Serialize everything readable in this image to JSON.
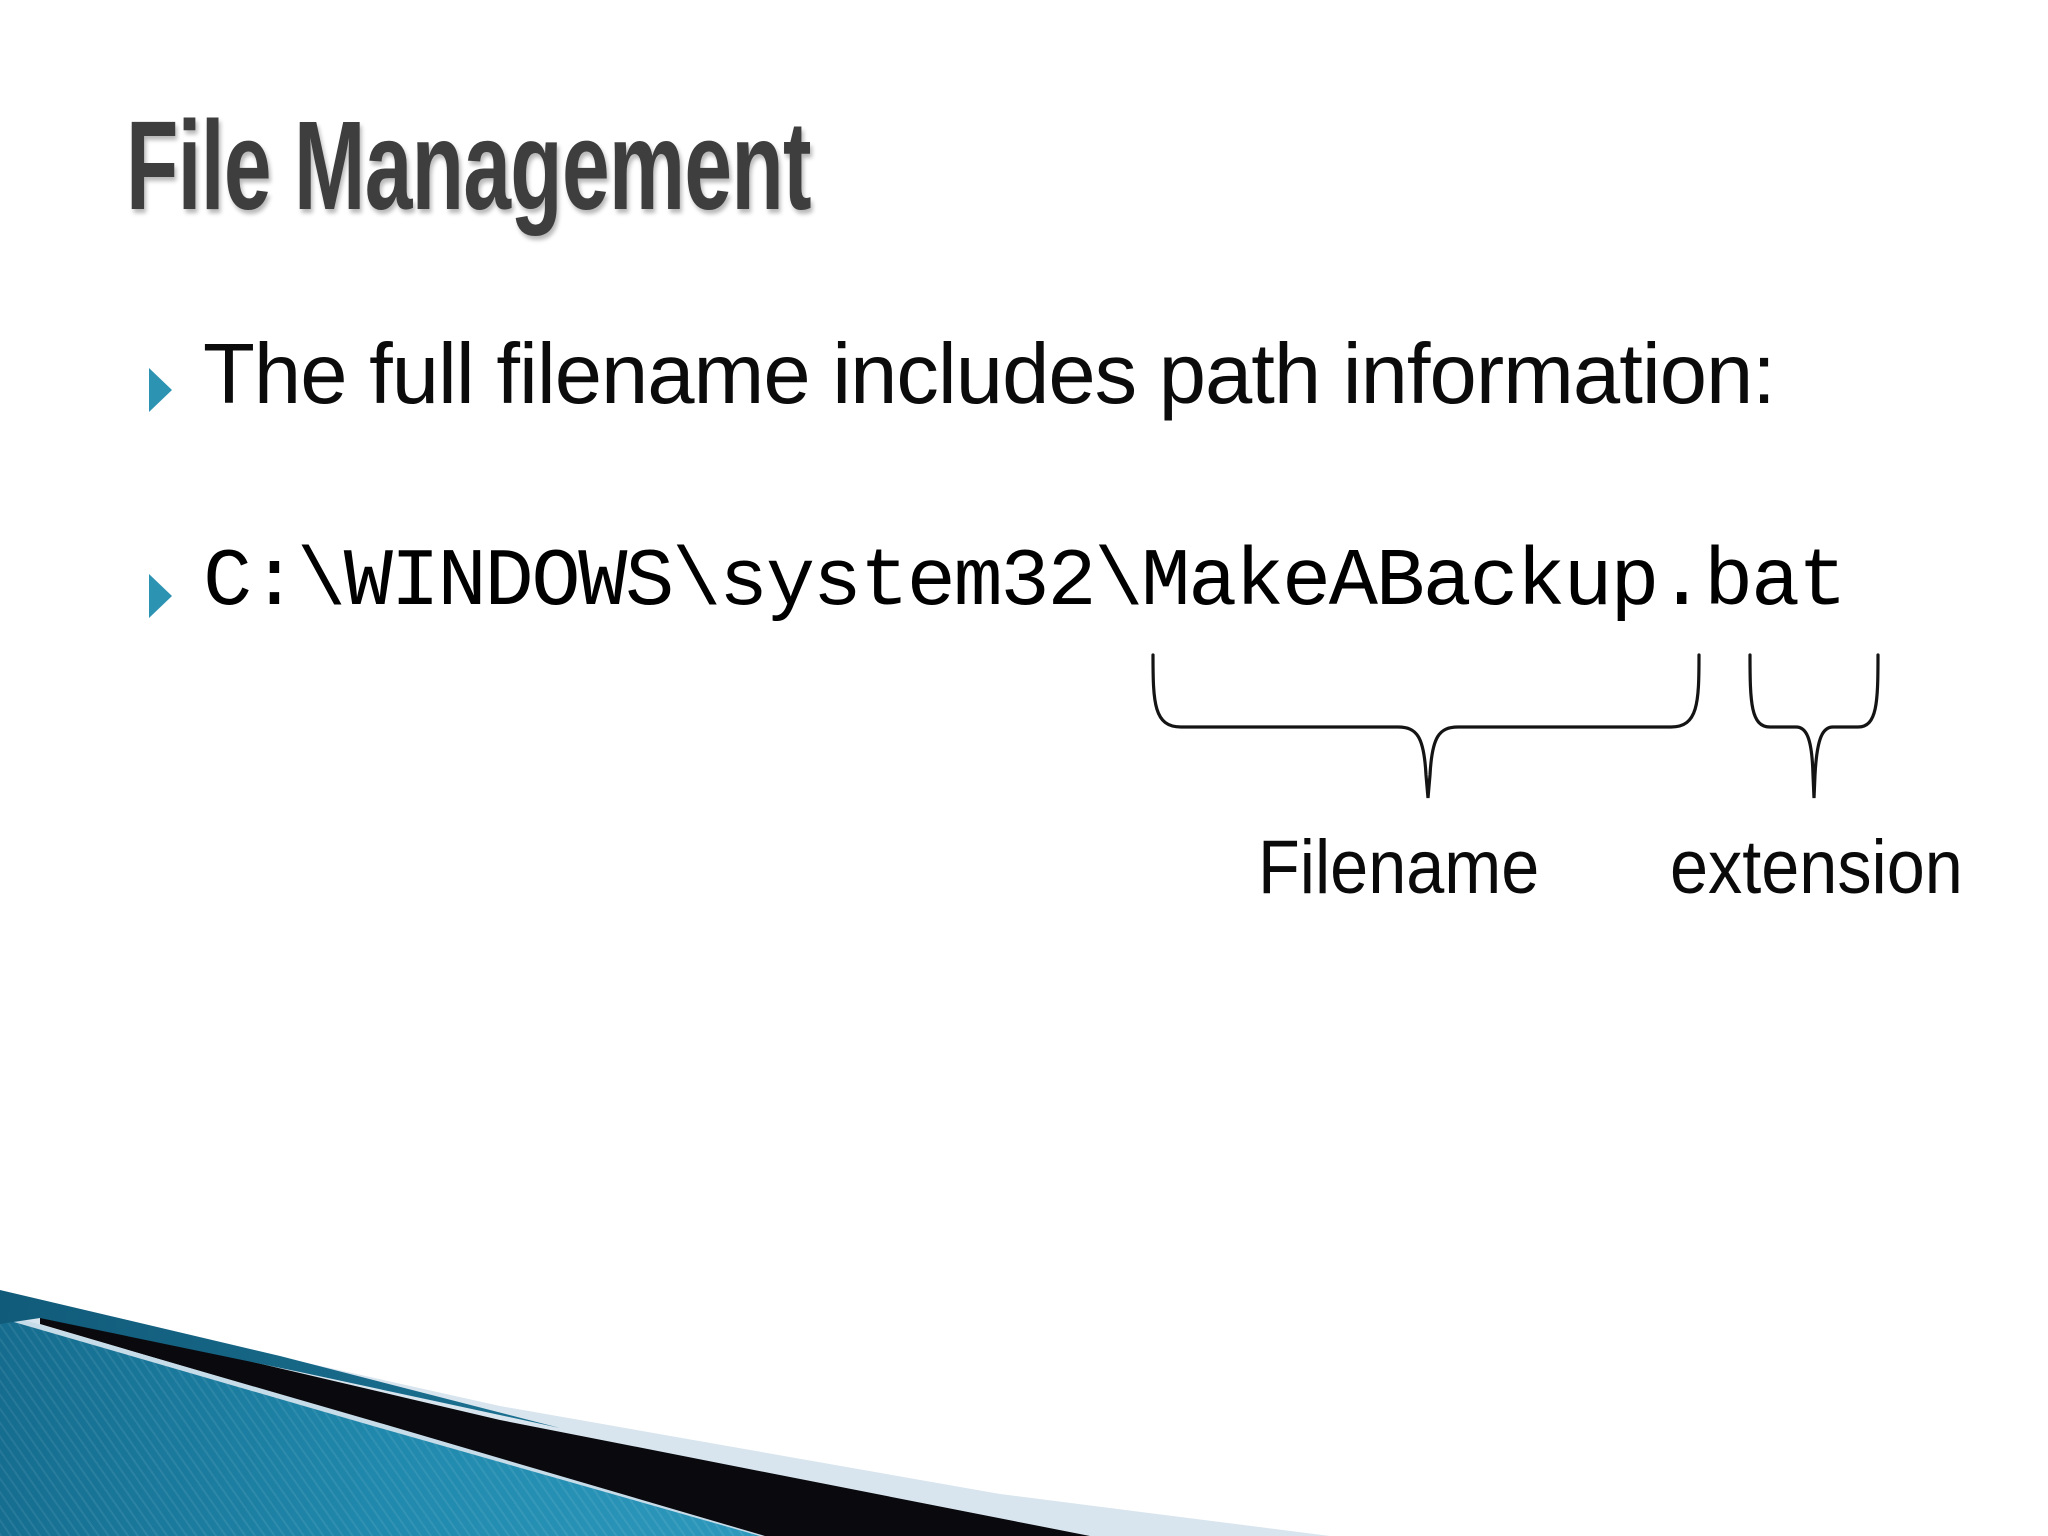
{
  "slide": {
    "title": "File Management",
    "bullets": [
      {
        "text": "The full filename includes path information:"
      },
      {
        "text": "C:\\WINDOWS\\system32\\MakeABackup.bat"
      }
    ],
    "annotations": {
      "filename_label": "Filename",
      "extension_label": "extension"
    },
    "colors": {
      "title_text": "#3e3e3e",
      "body_text": "#0b0b0b",
      "bullet_marker_teal": "#2d93b3",
      "brace_stroke": "#141414",
      "corner_teal": "#2f9cc0",
      "corner_pale_blue": "#d8e5ee",
      "corner_black": "#0a0a0e"
    }
  }
}
